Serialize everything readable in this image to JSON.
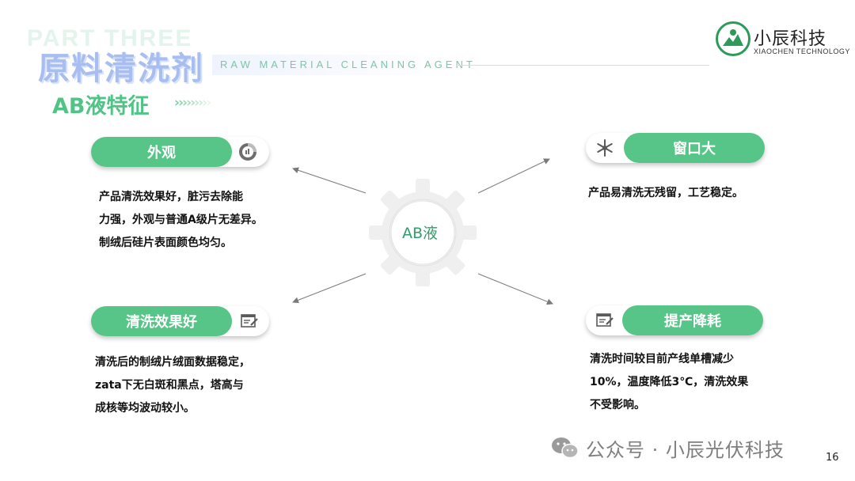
{
  "header": {
    "part_label": "PART THREE",
    "title": "原料清洗剂",
    "title_en": "RAW MATERIAL CLEANING AGENT",
    "subtitle": "AB液特征",
    "accent_color": "#56c587"
  },
  "logo": {
    "name_cn": "小辰科技",
    "name_en": "XIAOCHEN TECHNOLOGY"
  },
  "center": {
    "label": "AB液",
    "icon": "gear-icon"
  },
  "features": {
    "appearance": {
      "title": "外观",
      "icon": "pie-chart-icon",
      "lines": [
        "产品清洗效果好，脏污去除能",
        "力强，外观与普通A级片无差异。",
        "制绒后硅片表面颜色均匀。"
      ]
    },
    "window": {
      "title": "窗口大",
      "icon": "snowflake-icon",
      "lines": [
        "产品易清洗无残留，工艺稳定。"
      ]
    },
    "cleaning": {
      "title": "清洗效果好",
      "icon": "document-edit-icon",
      "lines": [
        "清洗后的制绒片绒面数据稳定，",
        "zata下无白斑和黑点，塔高与",
        "成核等均波动较小。"
      ]
    },
    "efficiency": {
      "title": "提产降耗",
      "icon": "document-edit-icon",
      "lines": [
        "清洗时间较目前产线单槽减少",
        "10%，温度降低3℃，清洗效果",
        "不受影响。"
      ]
    }
  },
  "footer": {
    "watermark": "公众号 · 小辰光伏科技",
    "page_number": "16"
  }
}
